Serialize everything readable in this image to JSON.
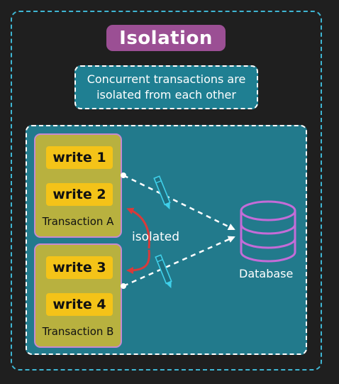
{
  "title": "Isolation",
  "subtitle": {
    "line1": "Concurrent transactions are",
    "line2": "isolated from each other"
  },
  "transaction_a": {
    "label": "Transaction A",
    "writes": [
      "write 1",
      "write 2"
    ]
  },
  "transaction_b": {
    "label": "Transaction B",
    "writes": [
      "write 3",
      "write 4"
    ]
  },
  "isolated_label": "isolated",
  "database_label": "Database",
  "colors": {
    "background": "#1f1f1f",
    "frame_accent": "#3fb6d3",
    "title_fill": "#9b4f94",
    "panel_fill": "#227a8c",
    "transaction_fill": "#b8b13f",
    "write_fill": "#f4c318",
    "isolation_arrow": "#d83a3a",
    "database_stroke": "#c46cd8"
  },
  "icons": [
    "pencil-icon",
    "database-icon",
    "isolation-arrow-icon"
  ]
}
